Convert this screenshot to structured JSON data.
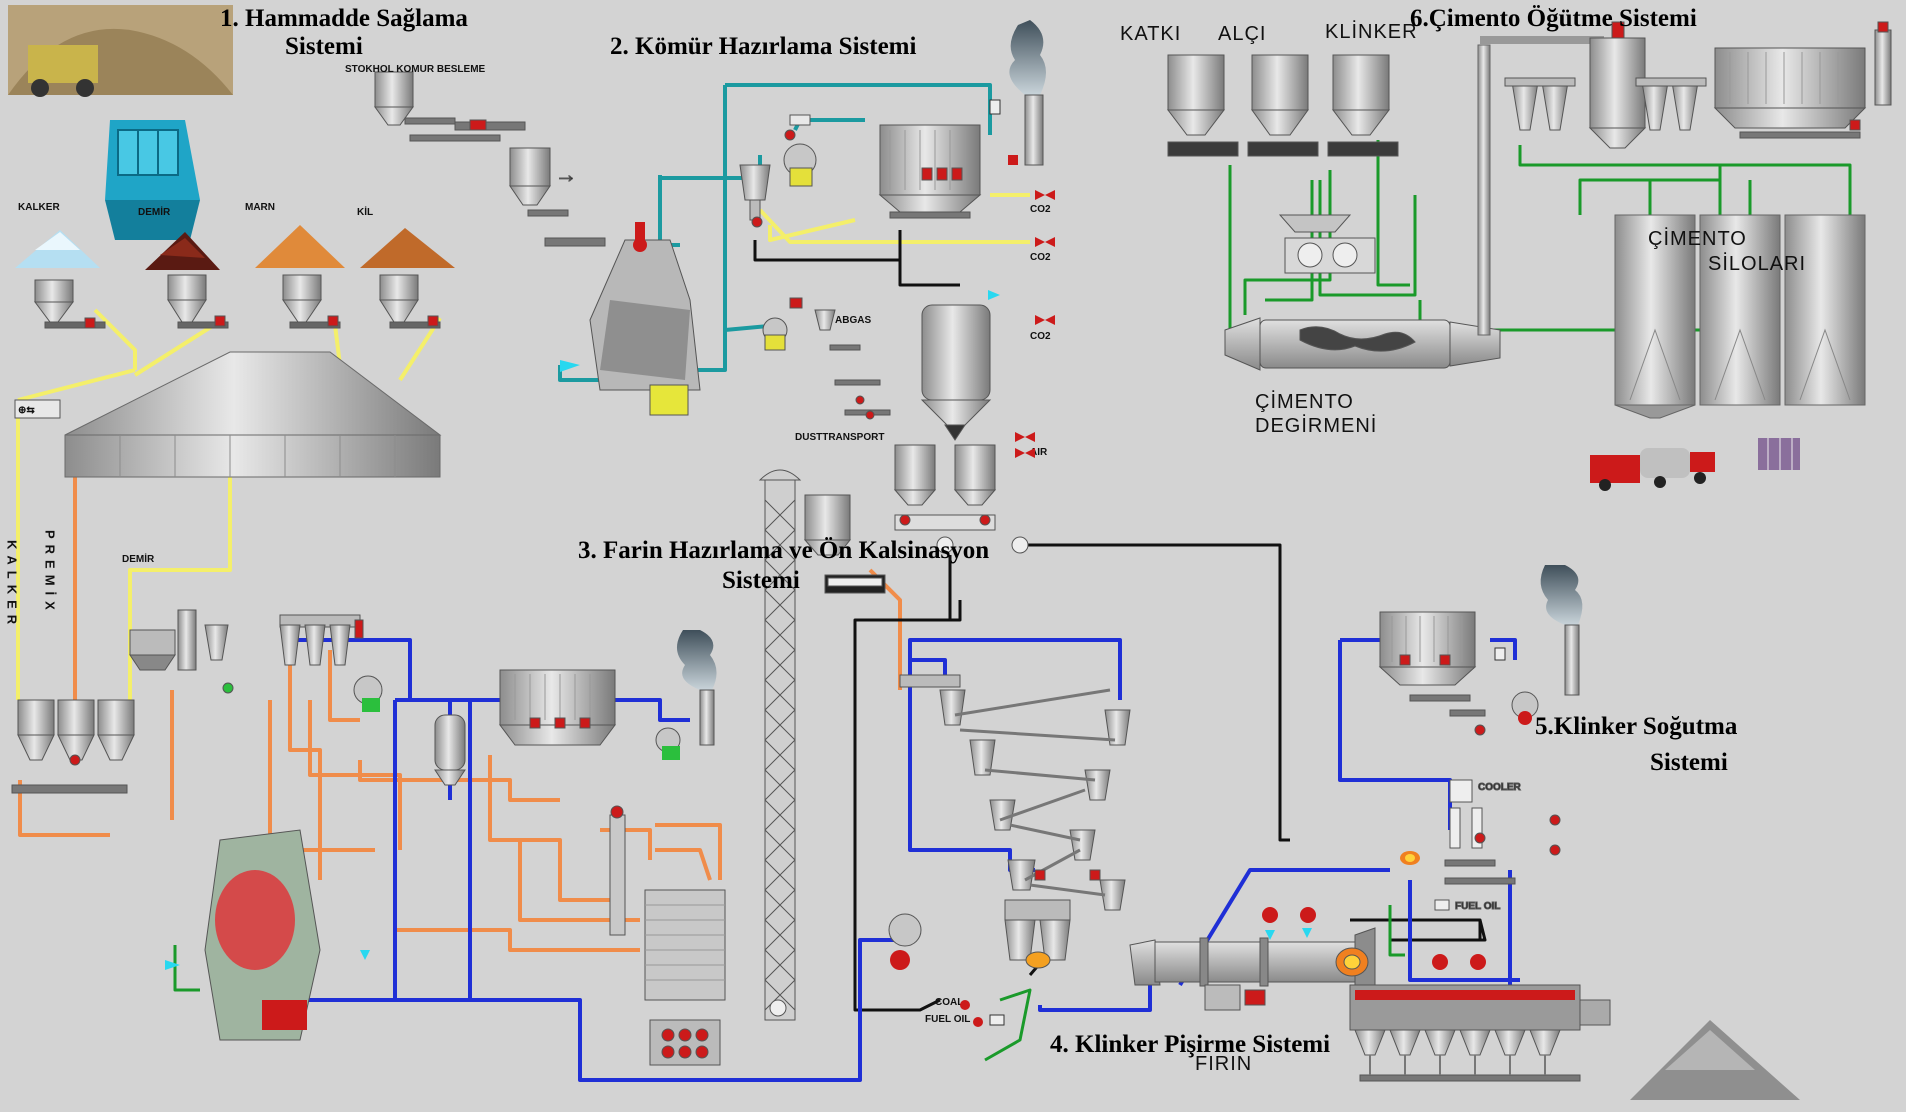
{
  "sections": {
    "s1": [
      "1. Hammadde Sağlama",
      "Sistemi"
    ],
    "s2": "2. Kömür Hazırlama Sistemi",
    "s3": [
      "3. Farin Hazırlama ve Ön Kalsinasyon",
      "Sistemi"
    ],
    "s4": "4. Klinker Pişirme Sistemi",
    "s5": [
      "5.Klinker Soğutma",
      "Sistemi"
    ],
    "s6": "6.Çimento Öğütme Sistemi"
  },
  "labels": {
    "stokhol": "STOKHOL KOMUR BESLEME",
    "kalker": "KALKER",
    "demir": "DEMİR",
    "marn": "MARN",
    "kil": "KİL",
    "katki": "KATKI",
    "alci": "ALÇI",
    "klinker": "KLİNKER",
    "cimento_siloları": [
      "ÇİMENTO",
      "SİLOLARI"
    ],
    "cimento_degirmeni": [
      "ÇİMENTO",
      "DEGİRMENİ"
    ],
    "firin": "FIRIN",
    "abgas": "ABGAS",
    "dusttransport": "DUSTTRANSPORT",
    "co2_1": "CO2",
    "co2_2": "CO2",
    "co2_3": "CO2",
    "air": "AIR",
    "demir_line": "DEMİR",
    "kalker_vert": "KALKER",
    "premix_vert": "PREMİX",
    "cooler": "COOLER",
    "fuel_oil": "FUEL OIL",
    "coal": "COAL",
    "fuel_oil2": "FUEL OIL"
  },
  "colors": {
    "background": "#d3d3d3",
    "line_blue": "#1f2fd6",
    "line_orange": "#f08c4a",
    "line_teal": "#1b9aa0",
    "line_green": "#1a9a2a",
    "line_yellow": "#f4ef6a",
    "line_black": "#111111",
    "valve_red": "#cc1a1a"
  }
}
